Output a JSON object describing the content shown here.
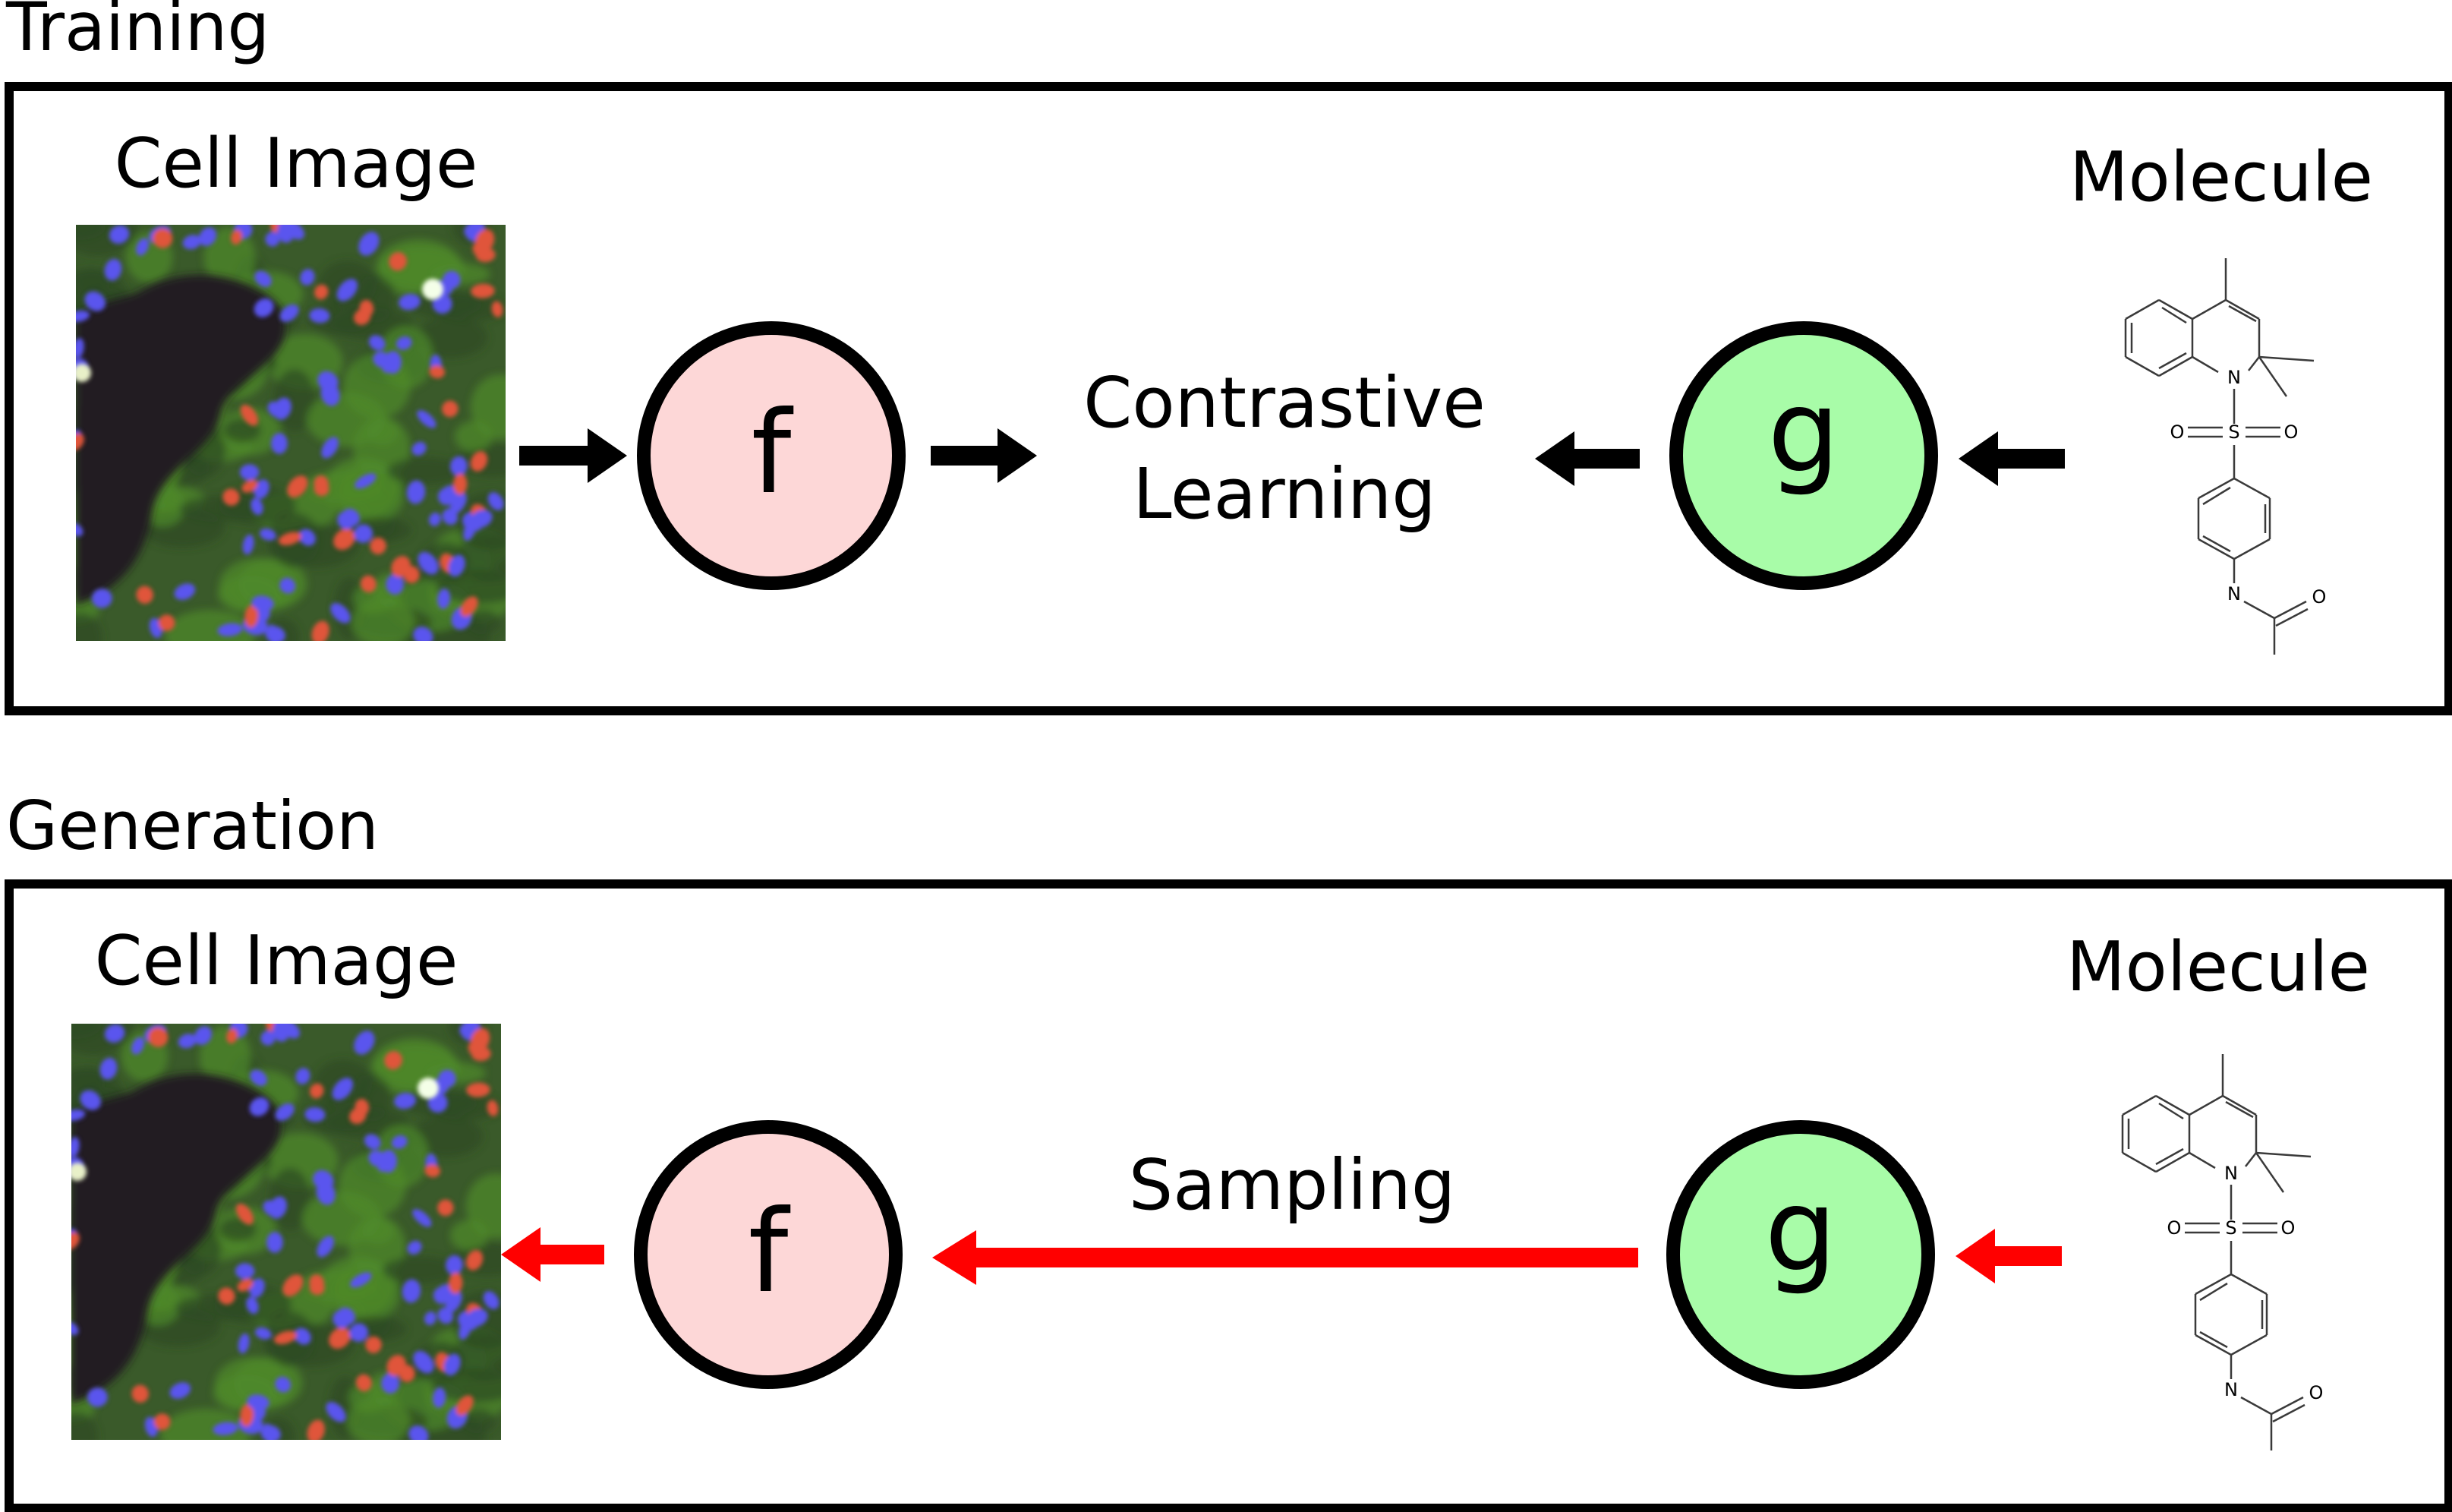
{
  "panels": {
    "training": {
      "title": "Training",
      "left_label": "Cell Image",
      "right_label": "Molecule",
      "encoder_f": "f",
      "encoder_g": "g",
      "center_label_line1": "Contrastive",
      "center_label_line2": "Learning"
    },
    "generation": {
      "title": "Generation",
      "left_label": "Cell Image",
      "right_label": "Molecule",
      "encoder_f": "f",
      "encoder_g": "g",
      "center_label": "Sampling"
    }
  },
  "molecule_atoms": {
    "n1": "N",
    "s": "S",
    "o_left": "O",
    "o_right": "O",
    "n2": "N",
    "o_amide": "O"
  },
  "colors": {
    "f_fill": "#fdd7d7",
    "g_fill": "#a8fca8",
    "training_arrow": "#000000",
    "generation_arrow": "#ff0000",
    "cell_background": "#3a5a2a",
    "nucleus": "#5a55ee",
    "cytoplasm_red": "#e0553a",
    "dark_region": "#221c22"
  },
  "icons": {
    "cell": "fluorescence-microscopy-image",
    "molecule": "chemical-structure"
  }
}
